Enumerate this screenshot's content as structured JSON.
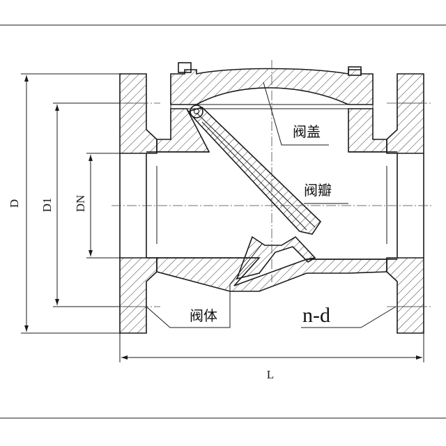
{
  "labels": {
    "bonnet": "阀盖",
    "disc": "阀瓣",
    "body": "阀体",
    "bolt_holes": "n-d"
  },
  "dimensions": {
    "outer_diameter": "D",
    "bolt_circle": "D1",
    "nominal_bore": "DN",
    "length": "L"
  }
}
